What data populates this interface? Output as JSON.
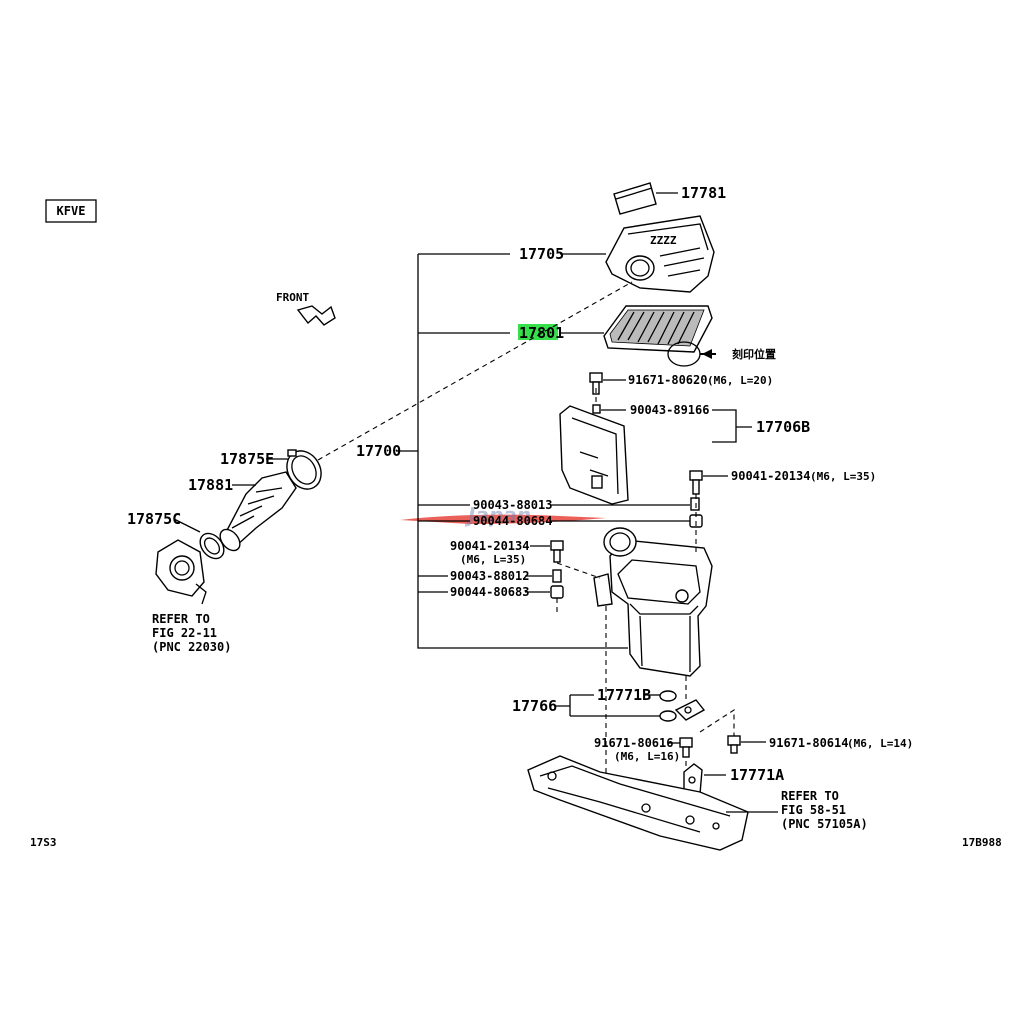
{
  "engine_code": "KFVE",
  "front_label": "FRONT",
  "stamp_label": "刻印位置",
  "watermark": "Japan",
  "footer": {
    "left": "17S3",
    "right": "17B988"
  },
  "colors": {
    "highlight": "#35e04a",
    "line": "#000000"
  },
  "parts": {
    "p17781": "17781",
    "p17705": "17705",
    "p17801": "17801",
    "p91671_80620": "91671-80620",
    "p91671_80620_spec": "(M6, L=20)",
    "p90043_89166": "90043-89166",
    "p17706B": "17706B",
    "p17700": "17700",
    "p90041_20134_right": "90041-20134",
    "p90041_20134_right_spec": "(M6, L=35)",
    "p17875E": "17875E",
    "p17881": "17881",
    "p17875C": "17875C",
    "p90043_88013": "90043-88013",
    "p90044_80684": "90044-80684",
    "p90041_20134_left": "90041-20134",
    "p90041_20134_left_spec": "(M6, L=35)",
    "p90043_88012": "90043-88012",
    "p90044_80683": "90044-80683",
    "p17766": "17766",
    "p17771B": "17771B",
    "p91671_80616": "91671-80616",
    "p91671_80616_spec": "(M6, L=16)",
    "p91671_80614": "91671-80614",
    "p91671_80614_spec": "(M6, L=14)",
    "p17771A": "17771A"
  },
  "refs": {
    "left": [
      "REFER TO",
      "FIG 22-11",
      "(PNC 22030)"
    ],
    "right": [
      "REFER TO",
      "FIG 58-51",
      "(PNC 57105A)"
    ]
  }
}
